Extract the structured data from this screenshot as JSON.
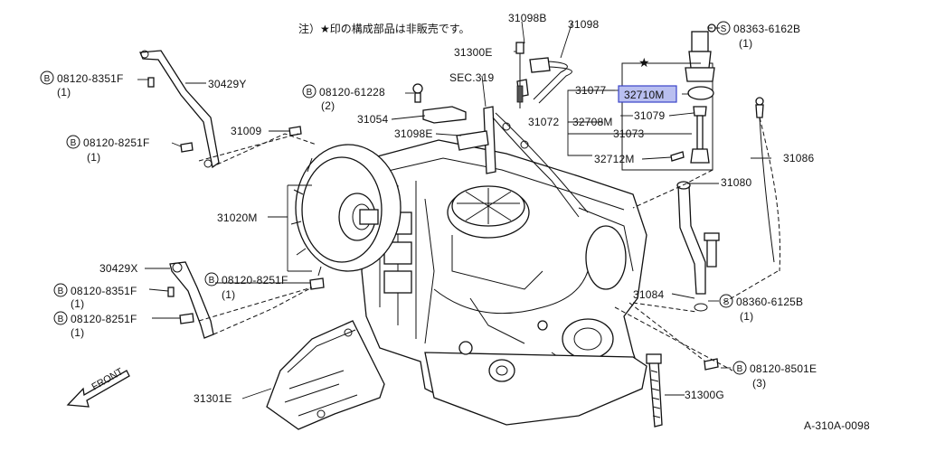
{
  "note": "注）★印の構成部品は非販売です。",
  "diagram_code": "A-310A-0098",
  "front_label": "FRONT",
  "star_symbol": "★",
  "bolt_symbol": "B",
  "screw_symbol": "S",
  "highlight_color": "#b9bff0",
  "labels": {
    "p31098B": "31098B",
    "p31098": "31098",
    "p31300E": "31300E",
    "sec319": "SEC.319",
    "p31077": "31077",
    "p32710M": "32710M",
    "p31072": "31072",
    "p32708M": "32708M",
    "p31079": "31079",
    "p31073": "31073",
    "p32712M": "32712M",
    "p31086": "31086",
    "p31080": "31080",
    "p08363": "08363-6162B",
    "p08363_qty": "(1)",
    "p08120_8351F": "08120-8351F",
    "p08120_8351F_qty": "(1)",
    "p30429Y": "30429Y",
    "p08120_61228": "08120-61228",
    "p08120_61228_qty": "(2)",
    "p31054": "31054",
    "p31098E": "31098E",
    "p31009": "31009",
    "p08120_8251F": "08120-8251F",
    "p08120_8251F_qty": "(1)",
    "p31020M": "31020M",
    "p30429X": "30429X",
    "p08120_8351F_b": "08120-8351F",
    "p08120_8351F_b_qty": "(1)",
    "p08120_8251F_b": "08120-8251F",
    "p08120_8251F_b_qty": "(1)",
    "p08120_8251F_c": "08120-8251F",
    "p08120_8251F_c_qty": "(1)",
    "p31084": "31084",
    "p08360": "08360-6125B",
    "p08360_qty": "(1)",
    "p08120_8501E": "08120-8501E",
    "p08120_8501E_qty": "(3)",
    "p31300G": "31300G",
    "p31301E": "31301E"
  }
}
